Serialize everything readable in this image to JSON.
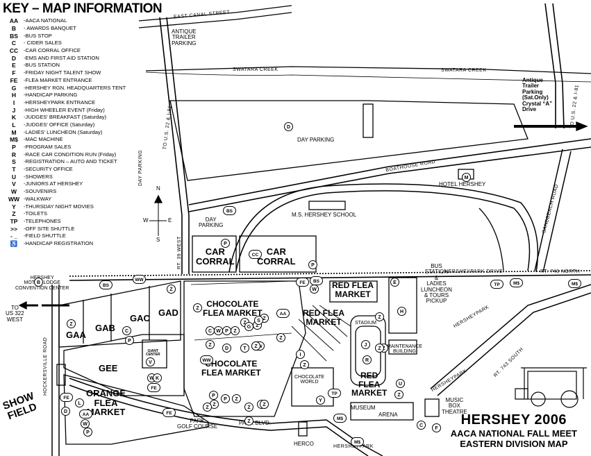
{
  "key": {
    "title": "KEY – MAP INFORMATION",
    "items": [
      {
        "code": "AA",
        "desc": "-AACA  NATIONAL"
      },
      {
        "code": "B",
        "desc": "- AWARDS BANQUET"
      },
      {
        "code": "BS",
        "desc": "-BUS STOP"
      },
      {
        "code": "C",
        "desc": "- CIDER SALES"
      },
      {
        "code": "CC",
        "desc": "-CAR CORRAL OFFICE"
      },
      {
        "code": "D",
        "desc": "-EMS AND FIRST AID STATION"
      },
      {
        "code": "E",
        "desc": "-BUS STATION"
      },
      {
        "code": "F",
        "desc": "-FRIDAY NIGHT TALENT SHOW"
      },
      {
        "code": "FE",
        "desc": "-FLEA MARKET ENTRANCE"
      },
      {
        "code": "G",
        "desc": "-HERSHEY RGN. HEADQUARTERS TENT"
      },
      {
        "code": "H",
        "desc": "-HANDICAP PARKING"
      },
      {
        "code": "I",
        "desc": "-HERSHEYPARK ENTRANCE"
      },
      {
        "code": "J",
        "desc": "-HIGH WHEELER EVENT (Friday)"
      },
      {
        "code": "K",
        "desc": "-JUDGES' BREAKFAST (Saturday)"
      },
      {
        "code": "L",
        "desc": "-JUDGES' OFFICE (Saturday)"
      },
      {
        "code": "M",
        "desc": "-LADIES' LUNCHEON (Saturday)"
      },
      {
        "code": "M$",
        "desc": "-MAC MACHINE"
      },
      {
        "code": "P",
        "desc": "-PROGRAM SALES"
      },
      {
        "code": "R",
        "desc": "-RACE CAR CONDITION RUN (Friday)"
      },
      {
        "code": "S",
        "desc": "-REGISTRATION – AUTO AND TICKET"
      },
      {
        "code": "T",
        "desc": "-SECURITY OFFICE"
      },
      {
        "code": "U",
        "desc": "-SHOWERS"
      },
      {
        "code": "V",
        "desc": "-JUNIORS  AT HERSHEY"
      },
      {
        "code": "W",
        "desc": "-SOUVENIRS"
      },
      {
        "code": "WW",
        "desc": "-WALKWAY"
      },
      {
        "code": "Y",
        "desc": "-THURSDAY NIGHT MOVIES"
      },
      {
        "code": "Z",
        "desc": "-TOILETS"
      },
      {
        "code": "TP",
        "desc": "-TELEPHONES"
      },
      {
        "code": ">>",
        "desc": "-OFF SITE SHUTTLE"
      },
      {
        "code": "- _",
        "desc": "-FIELD SHUTTLE"
      },
      {
        "code": "♿",
        "desc": "-HANDICAP REGISTRATION"
      }
    ]
  },
  "streets": {
    "east_canal": "EAST  CANAL  STREET",
    "swatara1": "SWATARA  CREEK",
    "swatara2": "SWATARA  CREEK",
    "boathouse": "BOATHOUSE ROAD",
    "us22_left": "TO U.S. 22 & I-81",
    "us22_right": "TO U.S. 22 & I-81",
    "rt39": "RT. 39 WEST",
    "hersheypark_drive": "HERSHEYPARK DRIVE",
    "rt743_north": "RT. 743 NORTH",
    "rt743_south": "RT. 743 SOUTH",
    "sandbeach": "SANDBEACH ROAD",
    "hockersville": "HOCKERSVILLE ROAD",
    "park_blvd": "PARK BLVD.",
    "hersheypark_road": "HERSHEYPARK",
    "hersheypark_road2": "HERSHEYPARK",
    "hersheypark_bottom": "HERSHEYPARK",
    "us322": "TO\nUS 322\nWEST",
    "day_parking_vertical": "DAY PARKING"
  },
  "areas": {
    "antique_trailer": "ANTIQUE\nTRAILER\nPARKING",
    "antique_right": "Antique\nTrailer\nParking\n(Sat.Only)\nCrystal “A”\nDrive",
    "day_parking": "DAY PARKING",
    "day_parking_small": "DAY\nPARKING",
    "hotel": "HOTEL HERSHEY",
    "school": "M.S. HERSHEY SCHOOL",
    "car_corral_1": "CAR\nCORRAL",
    "car_corral_2": "CAR\nCORRAL",
    "motor_lodge": "HERSHEY\nMOTOR LODGE\nCONVENTION CENTER",
    "gaa": "GAA",
    "gab": "GAB",
    "gac": "GAC",
    "gad": "GAD",
    "gee": "GEE",
    "giant_center": "GIANT\nCENTER",
    "choc1": "CHOCOLATE\nFLEA MARKET",
    "choc2": "CHOCOLATE\nFLEA MARKET",
    "red1": "RED FLEA\nMARKET",
    "red2": "RED FLEA\nMARKET",
    "red3": "RED\nFLEA\nMARKET",
    "orange": "ORANGE\nFLEA\nMARKET",
    "stadium": "STADIUM",
    "bus_station": "BUS\nSTATION\n&\nLADIES\nLUNCHEON\n& TOURS\nPICKUP",
    "maintenance": "MAINTENANCE\nBUILDING",
    "chocolate_world": "CHOCOLATE\nWORLD",
    "museum": "MUSEUM",
    "arena": "ARENA",
    "music_box": "MUSIC\nBOX\nTHEATRE",
    "park_golf": "PARK\nGOLF COURSE",
    "herco": "HERCO",
    "show_field": "SHOW\nFIELD"
  },
  "markers": [
    "D",
    "M",
    "BS",
    "P",
    "CC",
    "P",
    "B",
    "BS",
    "WW",
    "Z",
    "FE",
    "BS",
    "W",
    "E",
    "H",
    "TP",
    "M$",
    "M$",
    "Z",
    "AA",
    "Z",
    "Z",
    "Z",
    "S",
    "G",
    "C",
    "W",
    "P",
    "Z",
    "WW",
    "D",
    "T",
    "Z",
    "Z",
    "WW",
    "Z",
    "Z",
    "Z",
    "J",
    "R",
    "Z",
    "U",
    "Z",
    "FE",
    "P",
    "P",
    "Z",
    "Z",
    "P",
    "Z",
    "Z",
    "C",
    "P",
    "V",
    "W",
    "K",
    "FE",
    "FE",
    "D",
    "L",
    "AA",
    "W",
    "P",
    "C",
    "F",
    "Y",
    "TP",
    "M$",
    "M$",
    "I",
    "Z",
    "Z",
    "Z",
    "Z"
  ],
  "compass": {
    "n": "N",
    "s": "S",
    "e": "E",
    "w": "W"
  },
  "title": {
    "line1": "HERSHEY 2006",
    "line2": "AACA NATIONAL FALL MEET",
    "line3": "EASTERN DIVISION MAP"
  },
  "car_icon": "antique-car-illustration"
}
